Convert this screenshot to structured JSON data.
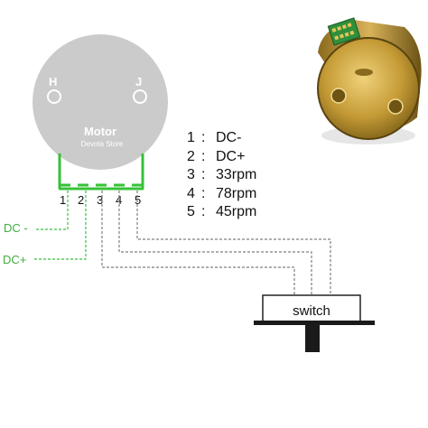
{
  "motor": {
    "title": "Motor",
    "store": "Devota Store",
    "hole_left_label": "H",
    "hole_right_label": "J"
  },
  "pins": [
    "1",
    "2",
    "3",
    "4",
    "5"
  ],
  "legend": [
    {
      "num": "1",
      "sep": ":",
      "label": "DC-"
    },
    {
      "num": "2",
      "sep": ":",
      "label": "DC+"
    },
    {
      "num": "3",
      "sep": ":",
      "label": "33rpm"
    },
    {
      "num": "4",
      "sep": ":",
      "label": "78rpm"
    },
    {
      "num": "5",
      "sep": ":",
      "label": "45rpm"
    }
  ],
  "supply": {
    "dc_minus": "DC -",
    "dc_plus": "DC+"
  },
  "switch": {
    "label": "switch"
  },
  "colors": {
    "wire_green": "#3fbf3f",
    "pcb_green": "#36c236",
    "motor_gray": "#c9c9c9",
    "brass": "#b8902a"
  }
}
